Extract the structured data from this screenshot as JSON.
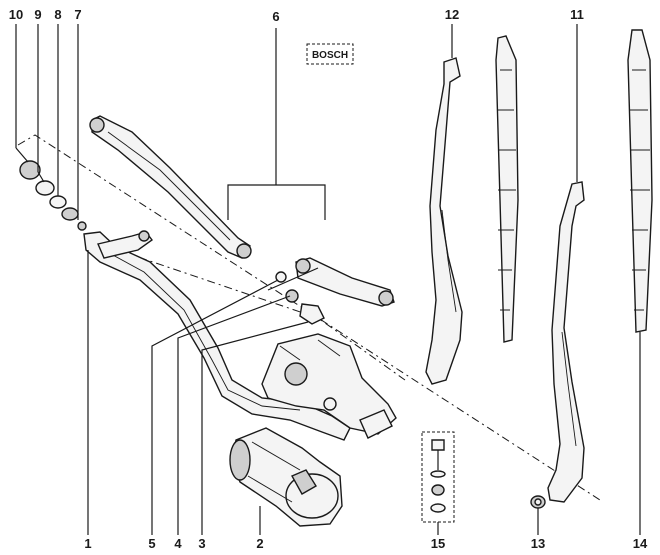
{
  "brand_stamp": "BOSCH",
  "callouts": {
    "c1": "1",
    "c2": "2",
    "c3": "3",
    "c4": "4",
    "c5": "5",
    "c6": "6",
    "c7": "7",
    "c8": "8",
    "c9": "9",
    "c10": "10",
    "c11": "11",
    "c12": "12",
    "c13": "13",
    "c14": "14",
    "c15": "15"
  }
}
